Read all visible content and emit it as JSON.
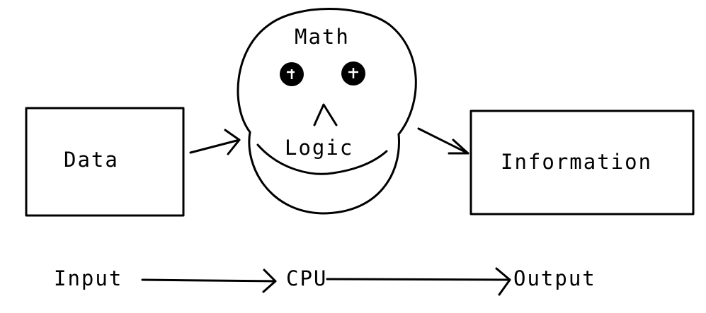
{
  "diagram": {
    "input_box_label": "Data",
    "head_top_label": "Math",
    "head_mouth_label": "Logic",
    "output_box_label": "Information",
    "flow": {
      "input_label": "Input",
      "cpu_label": "CPU",
      "output_label": "Output"
    }
  },
  "colors": {
    "ink": "#000000",
    "background": "#ffffff"
  }
}
